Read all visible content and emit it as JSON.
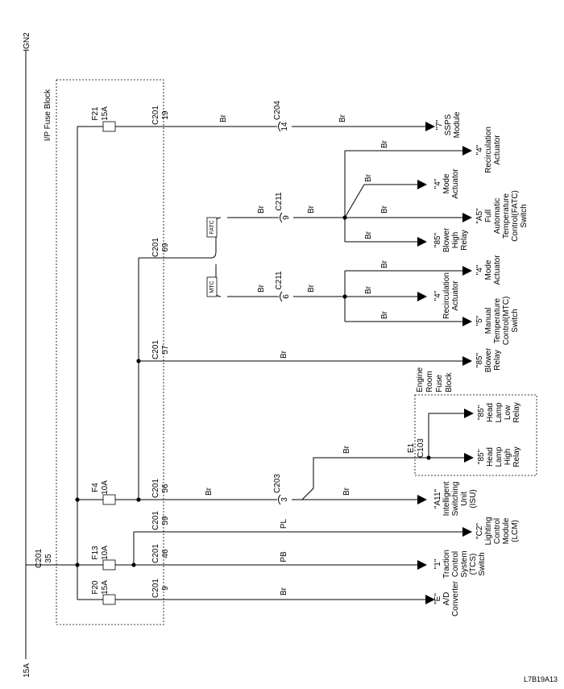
{
  "diagram_code": "L7B19A13",
  "power": {
    "top_label": "IGN2",
    "bottom_label": "15A"
  },
  "fuse_block": {
    "label": "I/P Fuse Block"
  },
  "fuses": [
    {
      "id": "f21",
      "name": "F21",
      "rating": "15A"
    },
    {
      "id": "f4",
      "name": "F4",
      "rating": "10A"
    },
    {
      "id": "f13",
      "name": "F13",
      "rating": "10A"
    },
    {
      "id": "f20",
      "name": "F20",
      "rating": "15A"
    }
  ],
  "connectors": {
    "c201_main": {
      "name": "C201",
      "pin": "35"
    },
    "c201_19": {
      "name": "C201",
      "pin": "19"
    },
    "c201_69": {
      "name": "C201",
      "pin": "69"
    },
    "c201_57": {
      "name": "C201",
      "pin": "57"
    },
    "c201_56": {
      "name": "C201",
      "pin": "56"
    },
    "c201_59": {
      "name": "C201",
      "pin": "59"
    },
    "c201_46": {
      "name": "C201",
      "pin": "46"
    },
    "c201_9": {
      "name": "C201",
      "pin": "9"
    },
    "c204": {
      "name": "C204",
      "pin": "14"
    },
    "c211_fatc": {
      "name": "C211",
      "pin": "9"
    },
    "c211_mtc": {
      "name": "C211",
      "pin": "6"
    },
    "c203": {
      "name": "C203",
      "pin": "3"
    },
    "c103": {
      "name": "C103",
      "pin": "E1"
    }
  },
  "variants": {
    "fatc": "FATC",
    "mtc": "MTC"
  },
  "wire_colors": {
    "br": "Br",
    "pl": "PL",
    "pb": "PB"
  },
  "engine_room": [
    "Engine",
    "Room",
    "Fuse",
    "Block"
  ],
  "destinations": [
    {
      "id": "ssps",
      "lines": [
        "\"7\"",
        "SSPS",
        "Module"
      ]
    },
    {
      "id": "fatc-recirc",
      "lines": [
        "\"4\"",
        "Recirculation",
        "Actuator"
      ]
    },
    {
      "id": "fatc-mode",
      "lines": [
        "\"4\"",
        "Mode",
        "Actuator"
      ]
    },
    {
      "id": "fatc-switch",
      "lines": [
        "\"A5\"",
        "Full",
        "Automatic",
        "Temperature",
        "Control(FATC)",
        "Switch"
      ]
    },
    {
      "id": "fatc-blower-high",
      "lines": [
        "\"85\"",
        "Blower",
        "High",
        "Relay"
      ]
    },
    {
      "id": "mtc-mode",
      "lines": [
        "\"4\"",
        "Mode",
        "Actuator"
      ]
    },
    {
      "id": "mtc-recirc",
      "lines": [
        "\"4\"",
        "Recirculation",
        "Actuator"
      ]
    },
    {
      "id": "mtc-switch",
      "lines": [
        "\"5\"",
        "Manual",
        "Temperature",
        "Control(MTC)",
        "Switch"
      ]
    },
    {
      "id": "blower-relay",
      "lines": [
        "\"85\"",
        "Blower",
        "Relay"
      ]
    },
    {
      "id": "head-low",
      "lines": [
        "\"85\"",
        "Head",
        "Lamp",
        "Low",
        "Relay"
      ]
    },
    {
      "id": "head-high",
      "lines": [
        "\"85\"",
        "Head",
        "Lamp",
        "High",
        "Relay"
      ]
    },
    {
      "id": "isu",
      "lines": [
        "\"A11\"",
        "Intelligent",
        "Switching",
        "Unit",
        "(ISU)"
      ]
    },
    {
      "id": "lcm",
      "lines": [
        "\"C2\"",
        "Lighting",
        "Control",
        "Module",
        "(LCM)"
      ]
    },
    {
      "id": "tcs",
      "lines": [
        "\"1\"",
        "Traction",
        "Control",
        "System",
        "(TCS)",
        "Switch"
      ]
    },
    {
      "id": "converter",
      "lines": [
        "\"E\"",
        "A/D",
        "Converter"
      ]
    }
  ]
}
